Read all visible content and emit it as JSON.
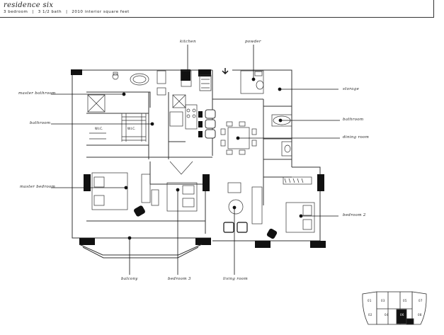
{
  "header": {
    "title": "residence six",
    "specs": [
      "3 bedroom",
      "3 1/2 bath",
      "2010 interior square feet"
    ]
  },
  "labels": {
    "kitchen": "kitchen",
    "powder": "powder",
    "master_bathroom": "master bathroom",
    "storage": "storage",
    "bathroom_left": "bathroom",
    "bathroom_right": "bathroom",
    "dining_room": "dining room",
    "master_bedroom": "master bedroom",
    "bedroom_2": "bedroom 2",
    "balcony": "balcony",
    "bedroom_3": "bedroom 3",
    "living_room": "living room"
  },
  "fixtures": {
    "wic_left": "W.I.C.",
    "wic_right": "W.I.C."
  },
  "key_plan": {
    "units": [
      "01",
      "02",
      "03",
      "04",
      "05",
      "06",
      "07",
      "08"
    ],
    "highlighted": "06"
  }
}
